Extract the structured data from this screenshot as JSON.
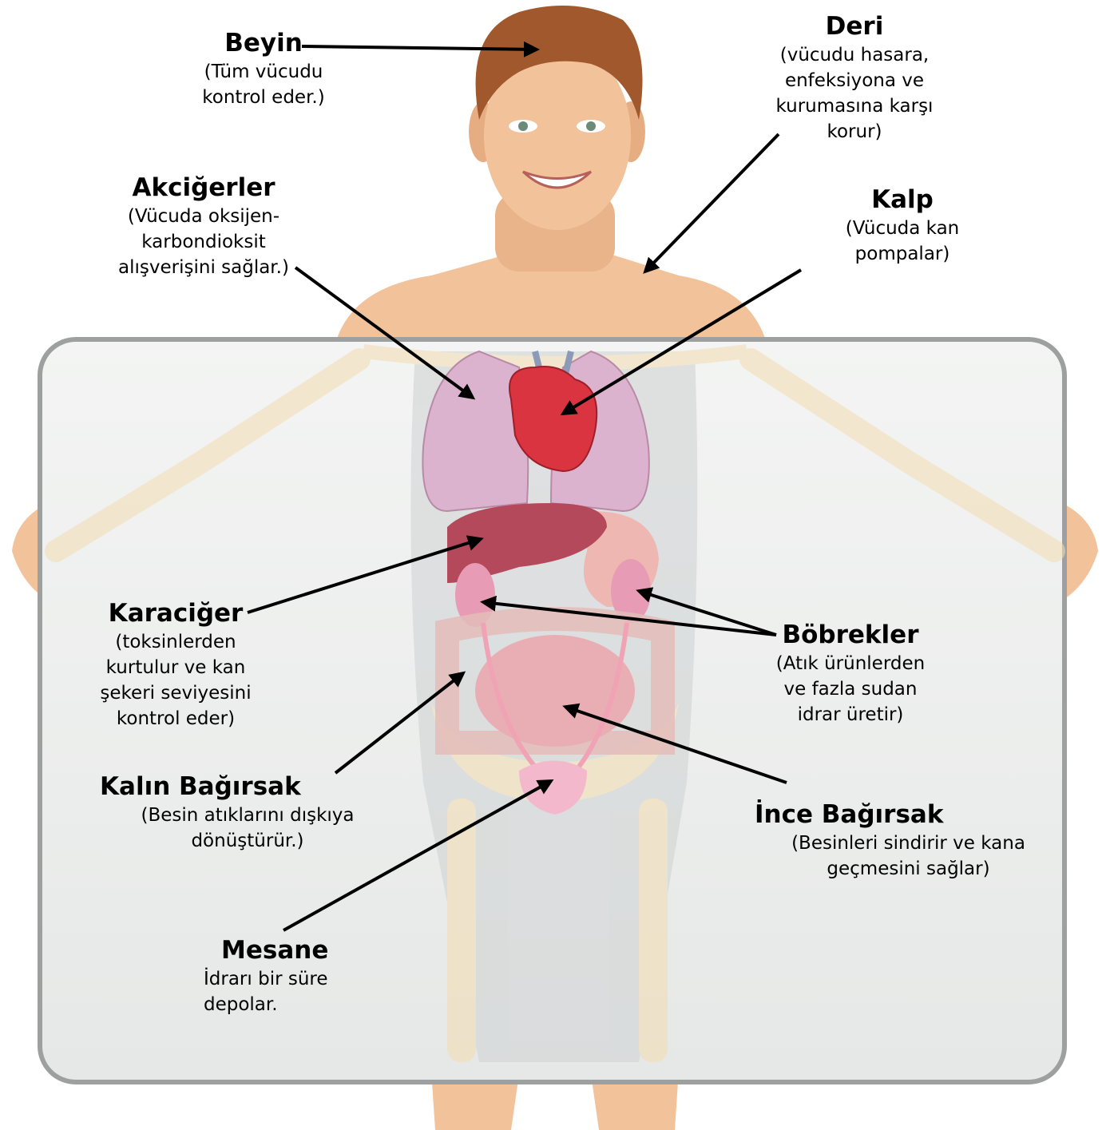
{
  "organs": [
    {
      "id": "beyin",
      "title": "Beyin",
      "desc": "(Tüm vücudu\nkontrol eder.)"
    },
    {
      "id": "deri",
      "title": "Deri",
      "desc": "(vücudu hasara,\nenfeksiyona ve\nkurumasına karşı\nkorur)"
    },
    {
      "id": "akcigerler",
      "title": "Akciğerler",
      "desc": "(Vücuda oksijen-\nkarbondioksit\nalışverişini sağlar.)"
    },
    {
      "id": "kalp",
      "title": "Kalp",
      "desc": "(Vücuda kan\npompalar)"
    },
    {
      "id": "karaciger",
      "title": "Karaciğer",
      "desc": "(toksinlerden\nkurtulur ve kan\nşekeri seviyesini\nkontrol eder)"
    },
    {
      "id": "bobrekler",
      "title": "Böbrekler",
      "desc": "(Atık ürünlerden\nve fazla sudan\nidrar üretir)"
    },
    {
      "id": "kalin-bagirsak",
      "title": "Kalın Bağırsak",
      "desc": "(Besin atıklarını dışkıya\ndönüştürür.)"
    },
    {
      "id": "ince-bagirsak",
      "title": "İnce Bağırsak",
      "desc": "(Besinleri sindirir ve kana\ngeçmesini sağlar)"
    },
    {
      "id": "mesane",
      "title": "Mesane",
      "desc": "İdrarı bir süre\ndepolar."
    }
  ],
  "colors": {
    "skin": "#f2c29a",
    "hair": "#a0582c",
    "board": "#eceeed",
    "lungs": "#dcb3cf",
    "heart": "#d9343f",
    "liver": "#b5495c",
    "kidney": "#e79bb4",
    "intestine": "#e9aeb4",
    "bone": "#f3dcb0",
    "arrow": "#000000"
  }
}
